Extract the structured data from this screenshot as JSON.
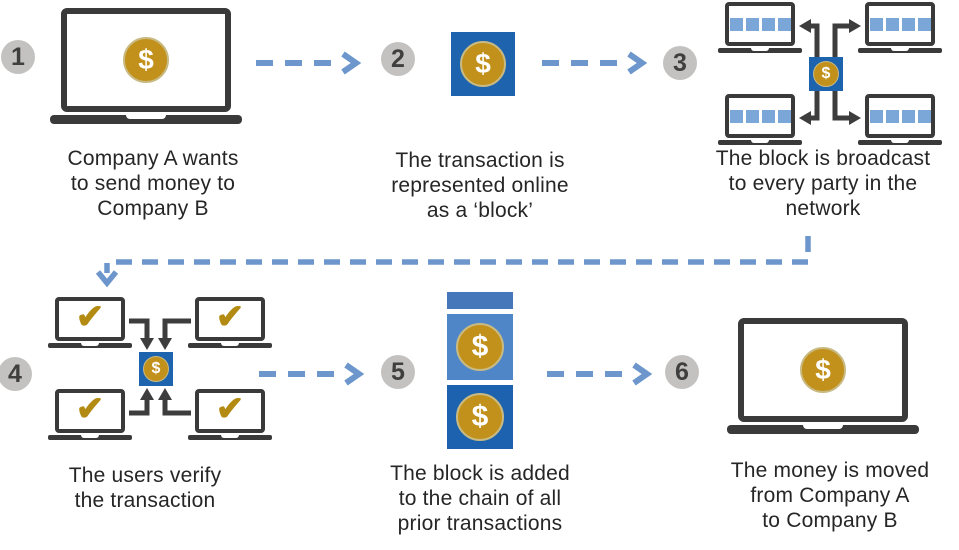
{
  "colors": {
    "block_blue": "#1e63ae",
    "chain_top_bar_blue": "#4577ba",
    "chain_middle_blue": "#4e86c7",
    "chain_bottom_blue": "#1d62ae",
    "coin_gold": "#c2911c",
    "coin_ring": "#c8ba82",
    "dashed_arrow_blue": "#6d97cc",
    "network_arrow_dark": "#3d3d3d",
    "laptop_frame_dark": "#3a3a3a",
    "screen_square_blue": "#7ba6d8",
    "check_gold": "#b38b12",
    "step_circle_gray": "#c3c2c1",
    "text": "#262626"
  },
  "icons": {
    "dollar": "$",
    "check": "✔"
  },
  "steps": [
    {
      "number": "1",
      "caption": [
        "Company A wants",
        "to send money to",
        "Company B"
      ]
    },
    {
      "number": "2",
      "caption": [
        "The transaction is",
        "represented online",
        "as a ‘block’"
      ]
    },
    {
      "number": "3",
      "caption": [
        "The block is broadcast",
        "to every party in the",
        "network"
      ]
    },
    {
      "number": "4",
      "caption": [
        "The users verify",
        "the transaction"
      ]
    },
    {
      "number": "5",
      "caption": [
        "The block is added",
        "to the chain of all",
        "prior transactions"
      ]
    },
    {
      "number": "6",
      "caption": [
        "The money is moved",
        "from Company A",
        "to Company B"
      ]
    }
  ]
}
